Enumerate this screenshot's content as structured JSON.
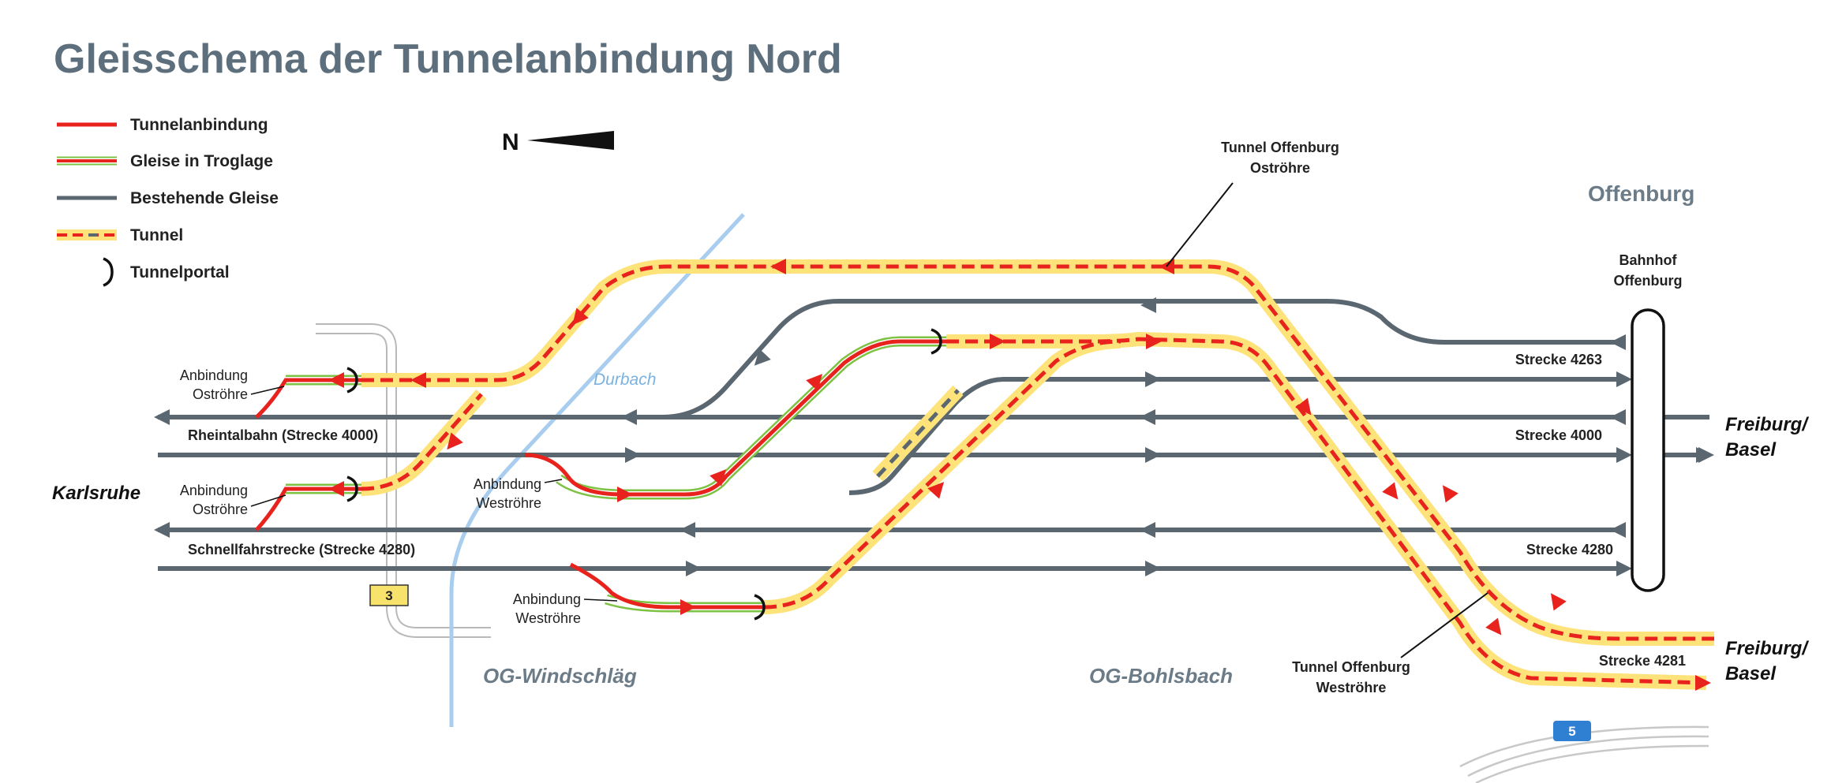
{
  "title": "Gleisschema der Tunnelanbindung Nord",
  "legend": [
    {
      "label": "Tunnelanbindung",
      "icon": "red-line-icon"
    },
    {
      "label": "Gleise in Troglage",
      "icon": "red-green-line-icon"
    },
    {
      "label": "Bestehende Gleise",
      "icon": "grey-line-icon"
    },
    {
      "label": "Tunnel",
      "icon": "yellow-dashed-line-icon"
    },
    {
      "label": "Tunnelportal",
      "icon": "portal-bracket-icon"
    }
  ],
  "north": "N",
  "places": {
    "offenburg": "Offenburg",
    "windschlaeg": "OG-Windschläg",
    "bohlsbach": "OG-Bohlsbach",
    "karlsruhe": "Karlsruhe",
    "freiburg_top_1": "Freiburg/",
    "freiburg_top_2": "Basel",
    "freiburg_bot_1": "Freiburg/",
    "freiburg_bot_2": "Basel"
  },
  "station": {
    "line1": "Bahnhof",
    "line2": "Offenburg"
  },
  "river": "Durbach",
  "roads": {
    "b3": "3",
    "a5": "5"
  },
  "lines": {
    "rheintalbahn": "Rheintalbahn (Strecke 4000)",
    "schnellfahrstrecke": "Schnellfahrstrecke (Strecke 4280)",
    "s4263": "Strecke 4263",
    "s4000": "Strecke 4000",
    "s4280": "Strecke 4280",
    "s4281": "Strecke 4281"
  },
  "annotations": {
    "ost1_l1": "Anbindung",
    "ost1_l2": "Oströhre",
    "ost2_l1": "Anbindung",
    "ost2_l2": "Oströhre",
    "west1_l1": "Anbindung",
    "west1_l2": "Weströhre",
    "west2_l1": "Anbindung",
    "west2_l2": "Weströhre",
    "tunnel_ost_l1": "Tunnel Offenburg",
    "tunnel_ost_l2": "Oströhre",
    "tunnel_west_l1": "Tunnel Offenburg",
    "tunnel_west_l2": "Weströhre"
  },
  "colors": {
    "red": "#e8231e",
    "green": "#7dc242",
    "grey": "#5b6770",
    "yellow": "#fde37a",
    "river": "#a9cdef",
    "title": "#5d6f7c",
    "a5_blue": "#2f7fd2",
    "b3_yellow": "#f7e26b"
  }
}
